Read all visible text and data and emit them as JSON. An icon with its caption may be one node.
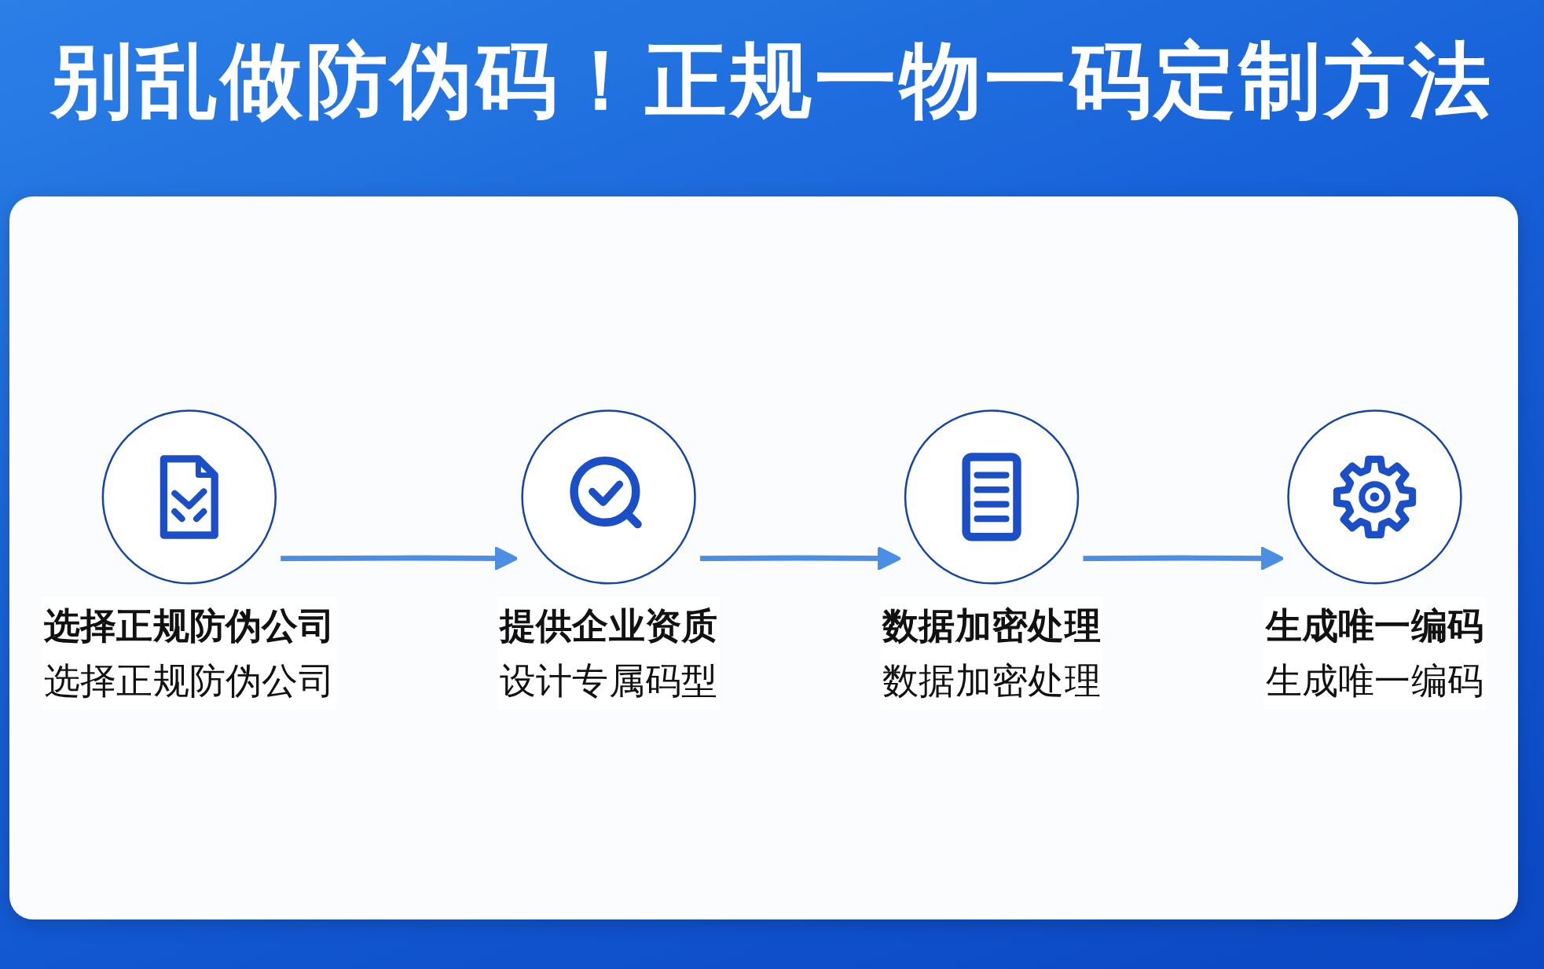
{
  "diagram": {
    "title": "别乱做防伪码！正规一物一码定制方法",
    "nodes": [
      {
        "text": [
          "选择正规防伪公司",
          "选择正规防伪公司"
        ]
      },
      {
        "text": [
          "提供企业资质",
          "设计专属码型"
        ]
      },
      {
        "text": [
          "数据加密处理",
          "数据加密处理"
        ]
      },
      {
        "text": [
          "生成唯一编码",
          "生成唯一编码"
        ]
      }
    ],
    "edges": [
      {
        "from": 0,
        "to": 1,
        "arrow": "to"
      },
      {
        "from": 1,
        "to": 2,
        "arrow": "to"
      },
      {
        "from": 2,
        "to": 3,
        "arrow": "to"
      }
    ]
  }
}
